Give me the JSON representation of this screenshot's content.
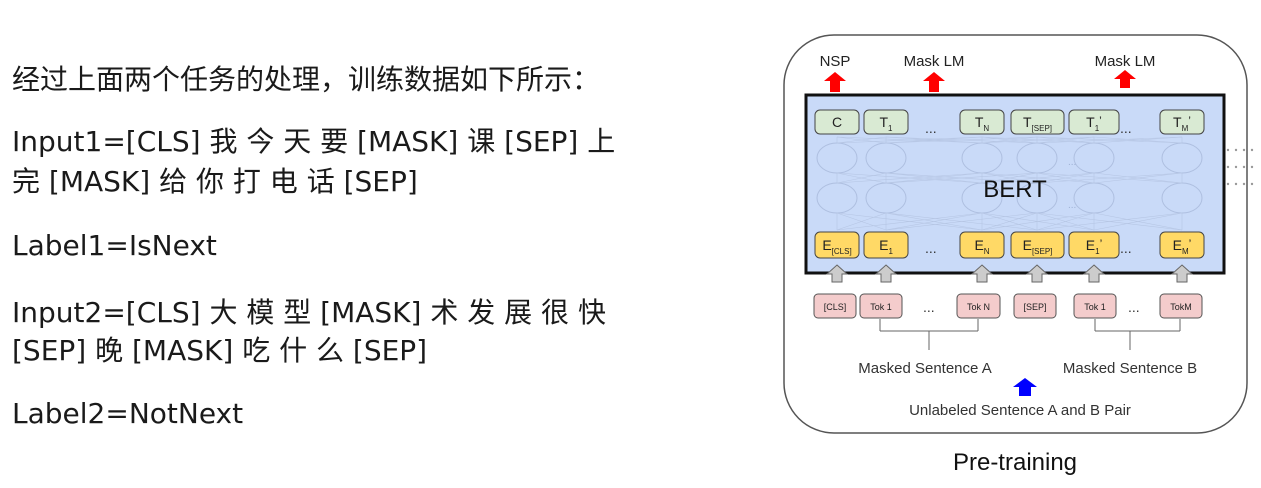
{
  "text_block": {
    "intro": "经过上面两个任务的处理，训练数据如下所示：",
    "input1_line1": "Input1=[CLS] 我 今 天 要 [MASK] 课 [SEP] 上",
    "input1_line2": "完 [MASK] 给 你 打 电 话 [SEP]",
    "label1": "Label1=IsNext",
    "input2_line1": "Input2=[CLS] 大 模 型 [MASK] 术 发 展 很 快",
    "input2_line2": "[SEP] 晚 [MASK] 吃 什 么 [SEP]",
    "label2": "Label2=NotNext"
  },
  "diagram": {
    "caption": "Pre-training",
    "model_label": "BERT",
    "outputs": {
      "nsp": "NSP",
      "mask_lm_1": "Mask LM",
      "mask_lm_2": "Mask LM"
    },
    "top_tokens": [
      {
        "base": "C",
        "sub": "",
        "prime": ""
      },
      {
        "base": "T",
        "sub": "1",
        "prime": ""
      },
      {
        "base": "T",
        "sub": "N",
        "prime": ""
      },
      {
        "base": "T",
        "sub": "[SEP]",
        "prime": ""
      },
      {
        "base": "T",
        "sub": "1",
        "prime": "’"
      },
      {
        "base": "T",
        "sub": "M",
        "prime": "’"
      }
    ],
    "embeddings": [
      {
        "base": "E",
        "sub": "[CLS]",
        "prime": ""
      },
      {
        "base": "E",
        "sub": "1",
        "prime": ""
      },
      {
        "base": "E",
        "sub": "N",
        "prime": ""
      },
      {
        "base": "E",
        "sub": "[SEP]",
        "prime": ""
      },
      {
        "base": "E",
        "sub": "1",
        "prime": "’"
      },
      {
        "base": "E",
        "sub": "M",
        "prime": "’"
      }
    ],
    "input_tokens": [
      "[CLS]",
      "Tok 1",
      "Tok N",
      "[SEP]",
      "Tok 1",
      "TokM"
    ],
    "ellipsis": "...",
    "hidden_ellipsis": "...",
    "sentence_a": "Masked Sentence A",
    "sentence_b": "Masked Sentence B",
    "pair_label": "Unlabeled Sentence A and B Pair",
    "colors": {
      "bert_fill": "#c9daf8",
      "top_token_fill": "#d9ead3",
      "embedding_fill": "#ffd966",
      "input_token_fill": "#f4cccc",
      "arrow_red": "#ff0000",
      "arrow_blue": "#0000ff",
      "arrow_gray": "#cccccc"
    }
  }
}
